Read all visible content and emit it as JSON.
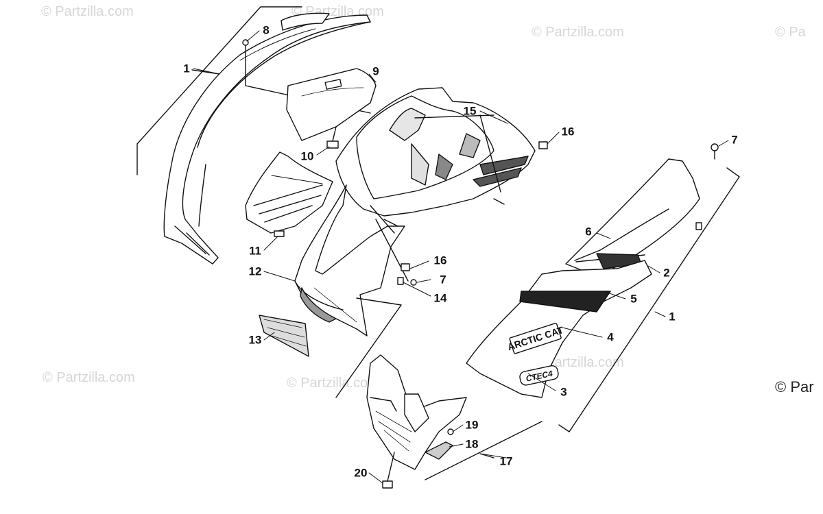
{
  "watermark": {
    "text": "© Partzilla.com",
    "text_partial_top_right": "© Pa",
    "text_partial_right": "© Par"
  },
  "decals": {
    "brand": "ARCTIC CAT",
    "model": "CTEC4"
  },
  "callouts": {
    "c1_left": "1",
    "c8": "8",
    "c9": "9",
    "c10": "10",
    "c11": "11",
    "c12": "12",
    "c13": "13",
    "c15": "15",
    "c16_top": "16",
    "c16_mid": "16",
    "c7_mid": "7",
    "c14": "14",
    "c7_right": "7",
    "c6": "6",
    "c2": "2",
    "c5": "5",
    "c1_right": "1",
    "c4": "4",
    "c3": "3",
    "c19": "19",
    "c18": "18",
    "c17": "17",
    "c20": "20"
  }
}
